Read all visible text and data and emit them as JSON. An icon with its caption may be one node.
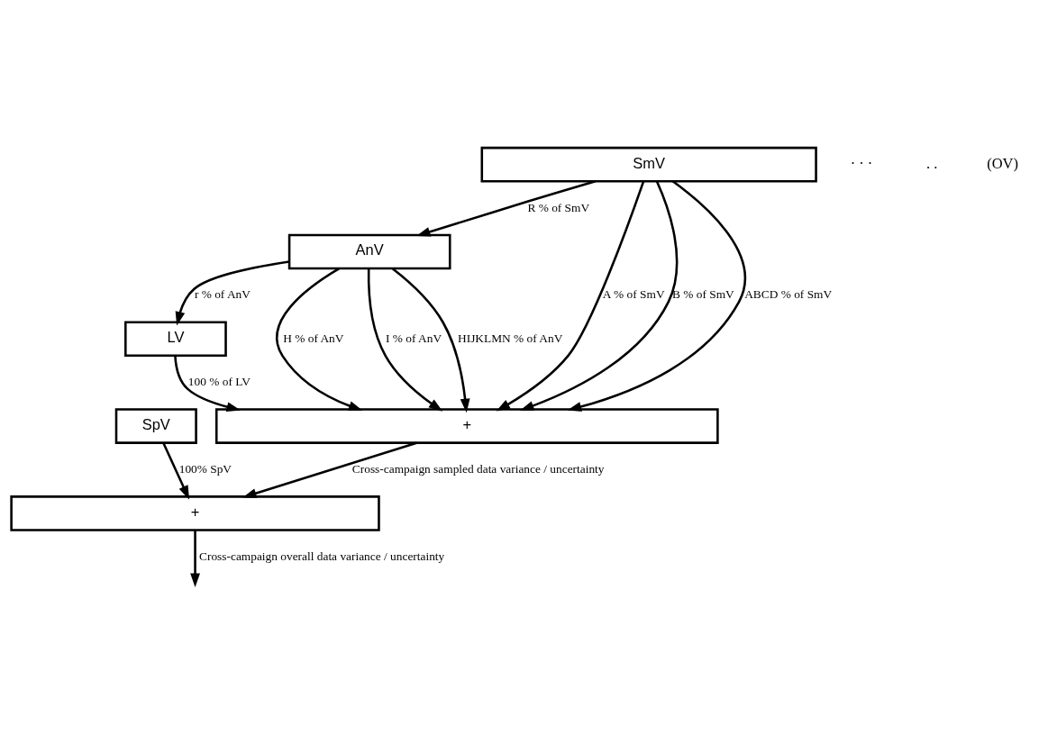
{
  "diagram": {
    "nodes": [
      {
        "text": [
          "SpV"
        ]
      },
      {
        "text": [
          "SmV"
        ]
      },
      {
        "text": [
          "AnV"
        ]
      },
      {
        "text": [
          "LV"
        ]
      },
      {
        "text": [
          "+"
        ]
      },
      {
        "text": [
          "+"
        ]
      }
    ],
    "edges": [
      {
        "from": 0,
        "to": 5,
        "arrow": "to",
        "label": "100% SpV"
      },
      {
        "from": 1,
        "to": 4,
        "arrow": "to",
        "label": "A % of SmV"
      },
      {
        "from": 1,
        "to": 4,
        "arrow": "to",
        "label": "B % of SmV"
      },
      {
        "from": 1,
        "to": 4,
        "arrow": "to",
        "label": "ABCD % of SmV"
      },
      {
        "from": 1,
        "to": 2,
        "arrow": "to",
        "label": "R % of SmV"
      },
      {
        "from": 2,
        "to": 4,
        "arrow": "to",
        "label": "H % of AnV"
      },
      {
        "from": 2,
        "to": 4,
        "arrow": "to",
        "label": "I % of AnV"
      },
      {
        "from": 2,
        "to": 4,
        "arrow": "to",
        "label": "HIJKLMN % of AnV"
      },
      {
        "from": 2,
        "to": 3,
        "arrow": "to",
        "label": "r % of AnV"
      },
      {
        "from": 3,
        "to": 4,
        "arrow": "to",
        "label": "100 % of LV"
      },
      {
        "from": 4,
        "to": 5,
        "arrow": "to",
        "label": "Cross-campaign sampled data variance / uncertainty"
      },
      {
        "from": 5,
        "to": null,
        "arrow": "to",
        "label": "Cross-campaign overall data variance / uncertainty"
      }
    ],
    "labels": [
      "· · ·",
      ". .",
      "(OV)"
    ]
  }
}
